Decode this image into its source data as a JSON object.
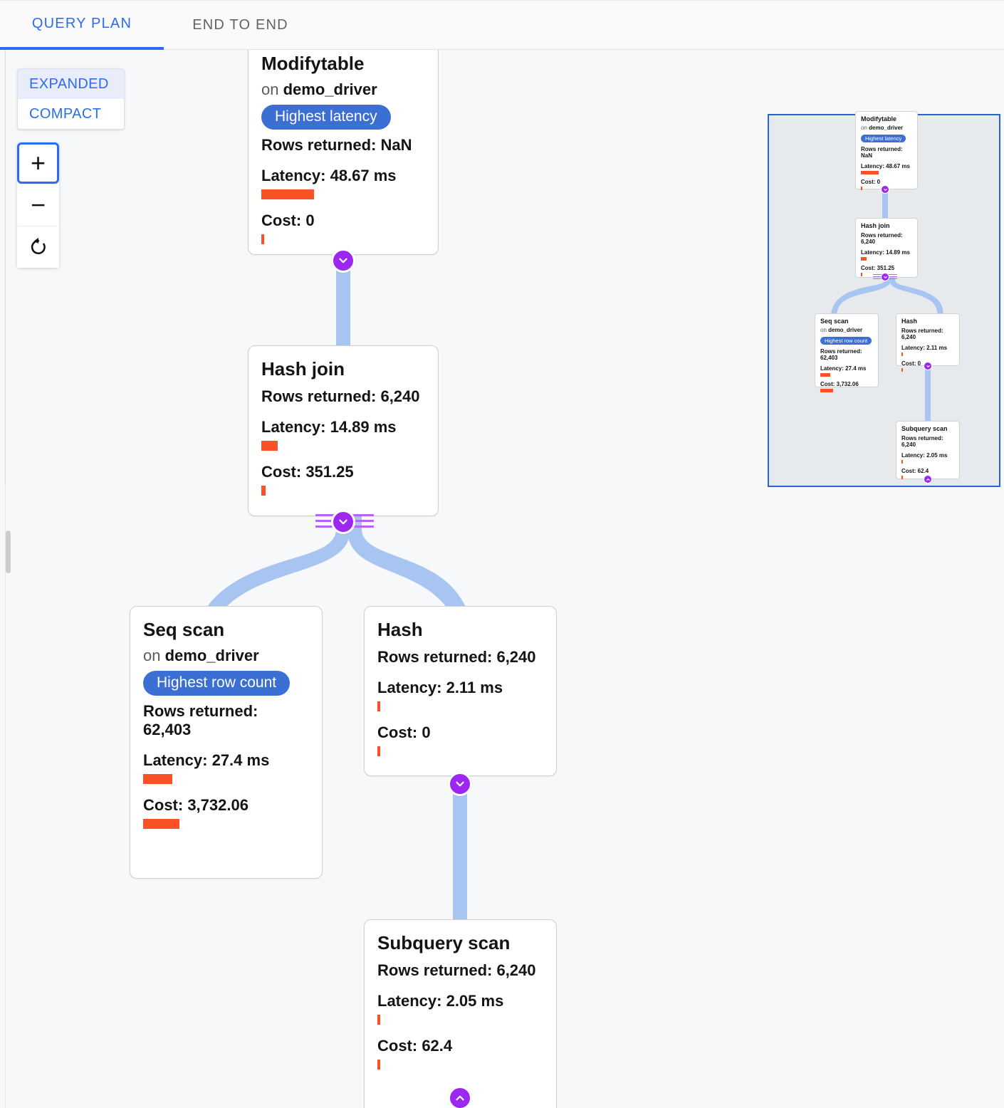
{
  "tabs": [
    {
      "label": "QUERY PLAN",
      "active": true
    },
    {
      "label": "END TO END",
      "active": false
    }
  ],
  "controls": {
    "mode": {
      "expanded_label": "EXPANDED",
      "compact_label": "COMPACT",
      "selected": "EXPANDED"
    },
    "zoom": {
      "zoom_in_label": "+",
      "zoom_out_label": "−",
      "reset_label": "reset-icon"
    }
  },
  "colors": {
    "accent_blue": "#2b6cf0",
    "badge_blue": "#3b6fd4",
    "bar_orange": "#fa5226",
    "edge_blue": "#a8c4f0",
    "collapse_purple": "#9c27f0",
    "minimap_bg": "#e7eaed",
    "minimap_border": "#2b63cf"
  },
  "chart_data": {
    "type": "diagram",
    "title": "Query plan tree",
    "nodes": [
      {
        "id": "modifytable",
        "title": "Modifytable",
        "relation_prefix": "on",
        "relation": "demo_driver",
        "badge": "Highest latency",
        "rows_label": "Rows returned: NaN",
        "rows_returned": "NaN",
        "latency_label": "Latency: 48.67 ms",
        "latency_ms": 48.67,
        "latency_bar_pct": 100,
        "cost_label": "Cost: 0",
        "cost": 0,
        "cost_bar_pct": 1
      },
      {
        "id": "hash-join",
        "title": "Hash join",
        "badge": null,
        "rows_label": "Rows returned: 6,240",
        "rows_returned": 6240,
        "latency_label": "Latency: 14.89 ms",
        "latency_ms": 14.89,
        "latency_bar_pct": 31,
        "cost_label": "Cost: 351.25",
        "cost": 351.25,
        "cost_bar_pct": 9
      },
      {
        "id": "seq-scan",
        "title": "Seq scan",
        "relation_prefix": "on",
        "relation": "demo_driver",
        "badge": "Highest row count",
        "rows_label": "Rows returned: 62,403",
        "rows_returned": 62403,
        "latency_label": "Latency: 27.4 ms",
        "latency_ms": 27.4,
        "latency_bar_pct": 56,
        "cost_label": "Cost: 3,732.06",
        "cost": 3732.06,
        "cost_bar_pct": 100
      },
      {
        "id": "hash",
        "title": "Hash",
        "badge": null,
        "rows_label": "Rows returned: 6,240",
        "rows_returned": 6240,
        "latency_label": "Latency: 2.11 ms",
        "latency_ms": 2.11,
        "latency_bar_pct": 4,
        "cost_label": "Cost: 0",
        "cost": 0,
        "cost_bar_pct": 1
      },
      {
        "id": "subquery-scan",
        "title": "Subquery scan",
        "badge": null,
        "rows_label": "Rows returned: 6,240",
        "rows_returned": 6240,
        "latency_label": "Latency: 2.05 ms",
        "latency_ms": 2.05,
        "latency_bar_pct": 4,
        "cost_label": "Cost: 62.4",
        "cost": 62.4,
        "cost_bar_pct": 2
      }
    ],
    "edges": [
      {
        "from": "modifytable",
        "to": "hash-join"
      },
      {
        "from": "hash-join",
        "to": "seq-scan"
      },
      {
        "from": "hash-join",
        "to": "hash"
      },
      {
        "from": "hash",
        "to": "subquery-scan"
      }
    ]
  }
}
